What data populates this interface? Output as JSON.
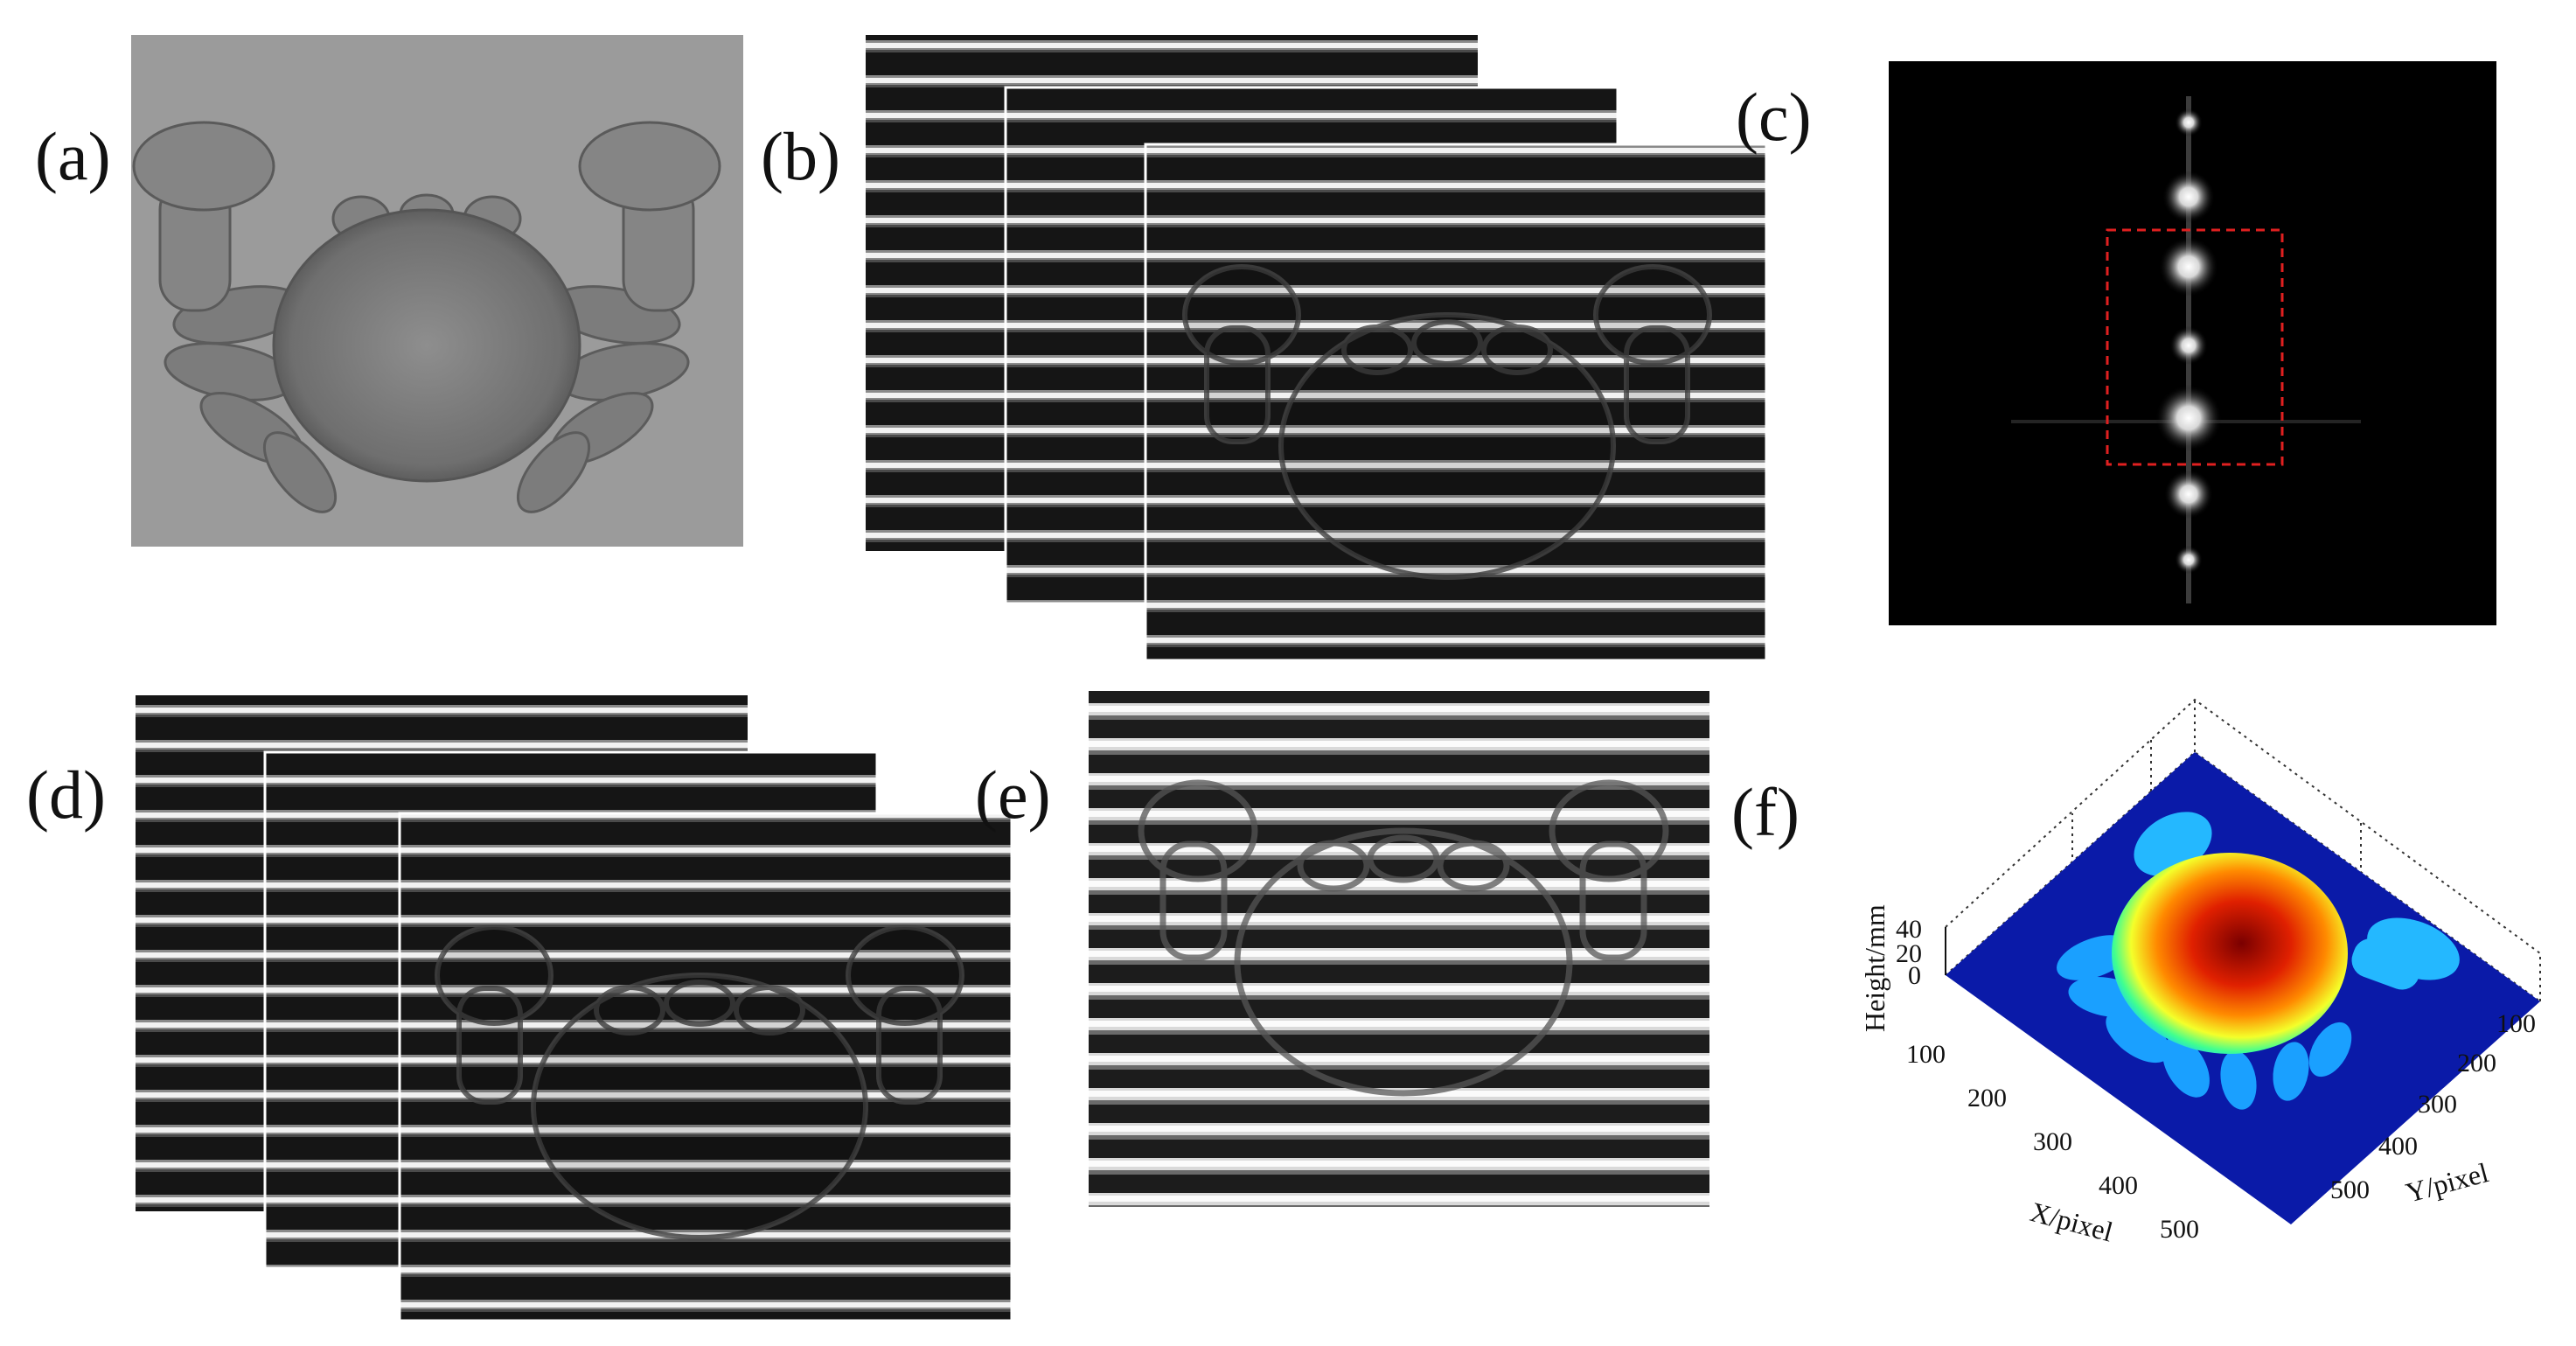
{
  "figure": {
    "panels": {
      "a": {
        "label": "(a)"
      },
      "b": {
        "label": "(b)"
      },
      "c": {
        "label": "(c)"
      },
      "d": {
        "label": "(d)"
      },
      "e": {
        "label": "(e)"
      },
      "f": {
        "label": "(f)"
      }
    },
    "plot3d": {
      "z_label": "Height/mm",
      "x_label": "X/pixel",
      "y_label": "Y/pixel",
      "z_ticks": [
        "0",
        "20",
        "40"
      ],
      "x_ticks": [
        "100",
        "200",
        "300",
        "400",
        "500"
      ],
      "y_ticks": [
        "100",
        "200",
        "300",
        "400",
        "500"
      ]
    },
    "colors": {
      "spectrum_box": "#e02020",
      "plot_floor": "#0a1aa8",
      "fringe_dark": "#101010",
      "fringe_light": "#f2f2f2",
      "photo_bg": "#9b9b9b"
    }
  }
}
